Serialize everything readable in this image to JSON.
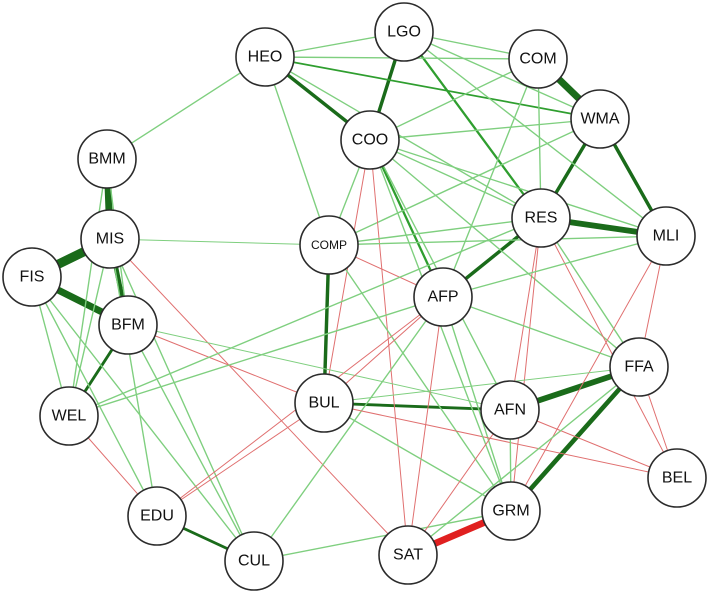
{
  "colors": {
    "positive_dark": "#1a6b1a",
    "positive_mid": "#2f9e2f",
    "positive_light": "#7fcf7f",
    "negative": "#e02020",
    "negative_light": "#e07070"
  },
  "nodes": [
    {
      "id": "LGO",
      "label": "LGO"
    },
    {
      "id": "HEO",
      "label": "HEO"
    },
    {
      "id": "COM",
      "label": "COM"
    },
    {
      "id": "WMA",
      "label": "WMA"
    },
    {
      "id": "COO",
      "label": "COO"
    },
    {
      "id": "BMM",
      "label": "BMM"
    },
    {
      "id": "MIS",
      "label": "MIS"
    },
    {
      "id": "FIS",
      "label": "FIS"
    },
    {
      "id": "BFM",
      "label": "BFM"
    },
    {
      "id": "COMP",
      "label": "COMP"
    },
    {
      "id": "RES",
      "label": "RES"
    },
    {
      "id": "MLI",
      "label": "MLI"
    },
    {
      "id": "AFP",
      "label": "AFP"
    },
    {
      "id": "FFA",
      "label": "FFA"
    },
    {
      "id": "WEL",
      "label": "WEL"
    },
    {
      "id": "BUL",
      "label": "BUL"
    },
    {
      "id": "AFN",
      "label": "AFN"
    },
    {
      "id": "BEL",
      "label": "BEL"
    },
    {
      "id": "EDU",
      "label": "EDU"
    },
    {
      "id": "GRM",
      "label": "GRM"
    },
    {
      "id": "CUL",
      "label": "CUL"
    },
    {
      "id": "SAT",
      "label": "SAT"
    }
  ],
  "edges": [
    {
      "from": "COM",
      "to": "WMA",
      "sign": "positive",
      "strength": 6
    },
    {
      "from": "FIS",
      "to": "MIS",
      "sign": "positive",
      "strength": 8
    },
    {
      "from": "FIS",
      "to": "BFM",
      "sign": "positive",
      "strength": 6
    },
    {
      "from": "BMM",
      "to": "MIS",
      "sign": "positive",
      "strength": 6
    },
    {
      "from": "MIS",
      "to": "BFM",
      "sign": "positive",
      "strength": 4
    },
    {
      "from": "SAT",
      "to": "GRM",
      "sign": "negative",
      "strength": 6
    },
    {
      "from": "RES",
      "to": "MLI",
      "sign": "positive",
      "strength": 5
    },
    {
      "from": "AFN",
      "to": "FFA",
      "sign": "positive",
      "strength": 5
    },
    {
      "from": "GRM",
      "to": "FFA",
      "sign": "positive",
      "strength": 4
    },
    {
      "from": "HEO",
      "to": "COO",
      "sign": "positive",
      "strength": 3
    },
    {
      "from": "LGO",
      "to": "COO",
      "sign": "positive",
      "strength": 3
    },
    {
      "from": "WMA",
      "to": "RES",
      "sign": "positive",
      "strength": 3
    },
    {
      "from": "WMA",
      "to": "MLI",
      "sign": "positive",
      "strength": 3
    },
    {
      "from": "RES",
      "to": "AFP",
      "sign": "positive",
      "strength": 3
    },
    {
      "from": "COMP",
      "to": "BUL",
      "sign": "positive",
      "strength": 3
    },
    {
      "from": "BUL",
      "to": "AFN",
      "sign": "positive",
      "strength": 2.5
    },
    {
      "from": "BFM",
      "to": "WEL",
      "sign": "positive",
      "strength": 2.5
    },
    {
      "from": "EDU",
      "to": "CUL",
      "sign": "positive",
      "strength": 2.5
    },
    {
      "from": "COO",
      "to": "AFP",
      "sign": "positive",
      "strength": 2
    },
    {
      "from": "LGO",
      "to": "RES",
      "sign": "positive",
      "strength": 2
    },
    {
      "from": "HEO",
      "to": "WMA",
      "sign": "positive",
      "strength": 1.5
    },
    {
      "from": "HEO",
      "to": "LGO",
      "sign": "positive",
      "strength": 1.2
    },
    {
      "from": "HEO",
      "to": "COM",
      "sign": "positive",
      "strength": 1.2
    },
    {
      "from": "HEO",
      "to": "RES",
      "sign": "positive",
      "strength": 1.2
    },
    {
      "from": "HEO",
      "to": "COMP",
      "sign": "positive",
      "strength": 1.2
    },
    {
      "from": "HEO",
      "to": "BMM",
      "sign": "positive",
      "strength": 1.2
    },
    {
      "from": "LGO",
      "to": "COM",
      "sign": "positive",
      "strength": 1.2
    },
    {
      "from": "LGO",
      "to": "WMA",
      "sign": "positive",
      "strength": 1.2
    },
    {
      "from": "LGO",
      "to": "MLI",
      "sign": "positive",
      "strength": 1.2
    },
    {
      "from": "COM",
      "to": "COO",
      "sign": "positive",
      "strength": 1.2
    },
    {
      "from": "COM",
      "to": "AFP",
      "sign": "positive",
      "strength": 1.2
    },
    {
      "from": "COM",
      "to": "RES",
      "sign": "positive",
      "strength": 1.2
    },
    {
      "from": "WMA",
      "to": "COO",
      "sign": "positive",
      "strength": 1.2
    },
    {
      "from": "WMA",
      "to": "COMP",
      "sign": "positive",
      "strength": 1.2
    },
    {
      "from": "COO",
      "to": "RES",
      "sign": "positive",
      "strength": 1.2
    },
    {
      "from": "COO",
      "to": "MLI",
      "sign": "positive",
      "strength": 1.2
    },
    {
      "from": "COO",
      "to": "COMP",
      "sign": "positive",
      "strength": 1.2
    },
    {
      "from": "COO",
      "to": "FFA",
      "sign": "positive",
      "strength": 1.2
    },
    {
      "from": "COO",
      "to": "AFN",
      "sign": "positive",
      "strength": 1.2
    },
    {
      "from": "COO",
      "to": "BUL",
      "sign": "negative",
      "strength": 1
    },
    {
      "from": "COO",
      "to": "SAT",
      "sign": "negative",
      "strength": 1
    },
    {
      "from": "COMP",
      "to": "RES",
      "sign": "positive",
      "strength": 1.2
    },
    {
      "from": "COMP",
      "to": "MLI",
      "sign": "positive",
      "strength": 1.2
    },
    {
      "from": "COMP",
      "to": "AFP",
      "sign": "negative",
      "strength": 1
    },
    {
      "from": "COMP",
      "to": "GRM",
      "sign": "positive",
      "strength": 1.2
    },
    {
      "from": "MIS",
      "to": "COMP",
      "sign": "positive",
      "strength": 1
    },
    {
      "from": "MIS",
      "to": "EDU",
      "sign": "positive",
      "strength": 1.2
    },
    {
      "from": "MIS",
      "to": "CUL",
      "sign": "positive",
      "strength": 1.2
    },
    {
      "from": "MIS",
      "to": "WEL",
      "sign": "positive",
      "strength": 1.2
    },
    {
      "from": "MIS",
      "to": "SAT",
      "sign": "negative",
      "strength": 1
    },
    {
      "from": "BMM",
      "to": "WEL",
      "sign": "positive",
      "strength": 1.2
    },
    {
      "from": "BMM",
      "to": "BFM",
      "sign": "positive",
      "strength": 1.2
    },
    {
      "from": "FIS",
      "to": "WEL",
      "sign": "positive",
      "strength": 1.2
    },
    {
      "from": "FIS",
      "to": "CUL",
      "sign": "positive",
      "strength": 1.2
    },
    {
      "from": "FIS",
      "to": "EDU",
      "sign": "positive",
      "strength": 1.2
    },
    {
      "from": "BFM",
      "to": "CUL",
      "sign": "positive",
      "strength": 1.2
    },
    {
      "from": "BFM",
      "to": "BUL",
      "sign": "negative",
      "strength": 1
    },
    {
      "from": "BFM",
      "to": "AFN",
      "sign": "positive",
      "strength": 1
    },
    {
      "from": "WEL",
      "to": "EDU",
      "sign": "negative",
      "strength": 1
    },
    {
      "from": "WEL",
      "to": "AFP",
      "sign": "positive",
      "strength": 1.2
    },
    {
      "from": "WEL",
      "to": "RES",
      "sign": "positive",
      "strength": 1.2
    },
    {
      "from": "RES",
      "to": "FFA",
      "sign": "positive",
      "strength": 1.2
    },
    {
      "from": "RES",
      "to": "AFN",
      "sign": "negative",
      "strength": 1
    },
    {
      "from": "RES",
      "to": "GRM",
      "sign": "negative",
      "strength": 1
    },
    {
      "from": "RES",
      "to": "BEL",
      "sign": "negative",
      "strength": 1
    },
    {
      "from": "MLI",
      "to": "AFP",
      "sign": "positive",
      "strength": 1.2
    },
    {
      "from": "MLI",
      "to": "FFA",
      "sign": "negative",
      "strength": 1
    },
    {
      "from": "MLI",
      "to": "GRM",
      "sign": "negative",
      "strength": 1
    },
    {
      "from": "AFP",
      "to": "FFA",
      "sign": "positive",
      "strength": 1.2
    },
    {
      "from": "AFP",
      "to": "BUL",
      "sign": "negative",
      "strength": 1
    },
    {
      "from": "AFP",
      "to": "EDU",
      "sign": "negative",
      "strength": 1
    },
    {
      "from": "AFP",
      "to": "CUL",
      "sign": "positive",
      "strength": 1.2
    },
    {
      "from": "AFP",
      "to": "GRM",
      "sign": "positive",
      "strength": 1.2
    },
    {
      "from": "AFP",
      "to": "SAT",
      "sign": "negative",
      "strength": 1
    },
    {
      "from": "FFA",
      "to": "BEL",
      "sign": "negative",
      "strength": 1
    },
    {
      "from": "BUL",
      "to": "BEL",
      "sign": "negative",
      "strength": 1
    },
    {
      "from": "BUL",
      "to": "GRM",
      "sign": "positive",
      "strength": 1.2
    },
    {
      "from": "BUL",
      "to": "FFA",
      "sign": "positive",
      "strength": 1
    },
    {
      "from": "AFN",
      "to": "GRM",
      "sign": "positive",
      "strength": 1.2
    },
    {
      "from": "AFN",
      "to": "BEL",
      "sign": "negative",
      "strength": 1
    },
    {
      "from": "CUL",
      "to": "GRM",
      "sign": "positive",
      "strength": 1.2
    },
    {
      "from": "EDU",
      "to": "BUL",
      "sign": "negative",
      "strength": 1
    },
    {
      "from": "COO",
      "to": "GRM",
      "sign": "positive",
      "strength": 1.2
    },
    {
      "from": "SAT",
      "to": "FFA",
      "sign": "positive",
      "strength": 1.2
    },
    {
      "from": "SAT",
      "to": "AFN",
      "sign": "negative",
      "strength": 1
    }
  ]
}
